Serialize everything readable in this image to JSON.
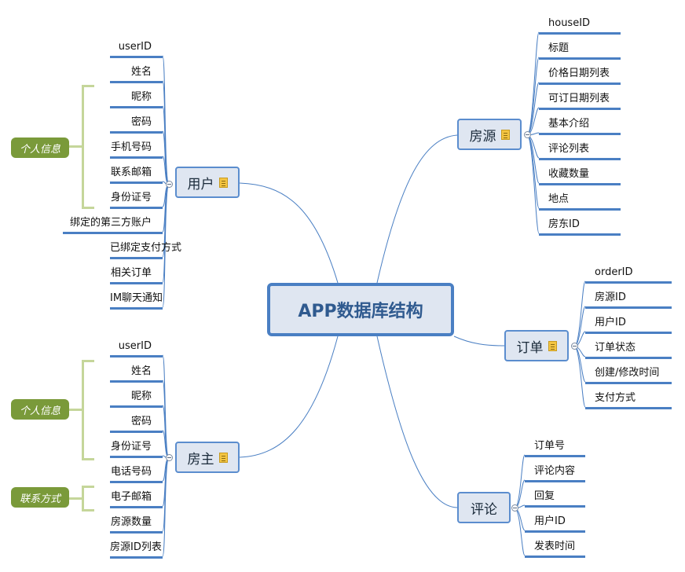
{
  "center": {
    "label": "APP数据库结构"
  },
  "branches": {
    "user": {
      "label": "用户",
      "items": [
        "userID",
        "姓名",
        "昵称",
        "密码",
        "手机号码",
        "联系邮箱",
        "身份证号",
        "绑定的第三方账户",
        "已绑定支付方式",
        "相关订单",
        "IM聊天通知"
      ],
      "group_label": "个人信息"
    },
    "landlord": {
      "label": "房主",
      "items": [
        "userID",
        "姓名",
        "昵称",
        "密码",
        "身份证号",
        "电话号码",
        "电子邮箱",
        "房源数量",
        "房源ID列表"
      ],
      "group_label_1": "个人信息",
      "group_label_2": "联系方式"
    },
    "house": {
      "label": "房源",
      "items": [
        "houseID",
        "标题",
        "价格日期列表",
        "可订日期列表",
        "基本介绍",
        "评论列表",
        "收藏数量",
        "地点",
        "房东ID"
      ]
    },
    "order": {
      "label": "订单",
      "items": [
        "orderID",
        "房源ID",
        "用户ID",
        "订单状态",
        "创建/修改时间",
        "支付方式"
      ]
    },
    "review": {
      "label": "评论",
      "items": [
        "订单号",
        "评论内容",
        "回复",
        "用户ID",
        "发表时间"
      ]
    }
  },
  "colors": {
    "line": "#4a7fc3",
    "node_fill": "#dfe6f1",
    "group_tag": "#7a9a3a",
    "bracket": "#c5d69a"
  }
}
